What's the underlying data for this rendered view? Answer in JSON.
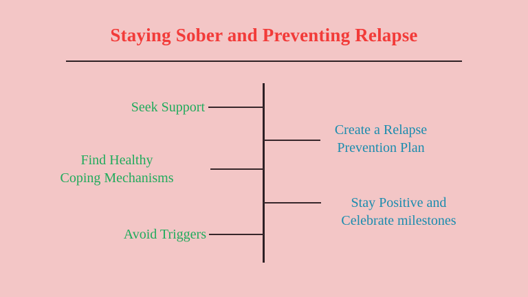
{
  "slide": {
    "background_color": "#f3c6c6",
    "title": "Staying Sober and Preventing Relapse",
    "title_color": "#f23b39",
    "rule_color": "#2d2024"
  },
  "diagram": {
    "spine_color": "#2d2024",
    "branch_color": "#36262a",
    "left_color": "#20ab5c",
    "right_color": "#1b8cae",
    "left_items": [
      {
        "lines": [
          "Seek Support"
        ]
      },
      {
        "lines": [
          "Find Healthy",
          "Coping Mechanisms"
        ]
      },
      {
        "lines": [
          "Avoid Triggers"
        ]
      }
    ],
    "right_items": [
      {
        "lines": [
          "Create a Relapse",
          "Prevention Plan"
        ]
      },
      {
        "lines": [
          "Stay Positive and",
          "Celebrate milestones"
        ]
      }
    ]
  }
}
